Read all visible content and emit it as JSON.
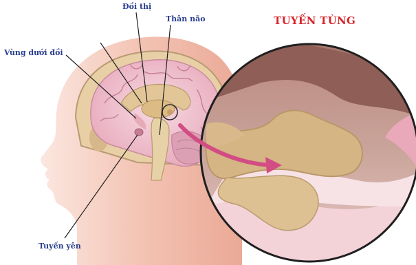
{
  "diagram": {
    "title": "TUYẾN TÙNG",
    "labels": {
      "thalamus": "Đồi thị",
      "brainstem": "Thân não",
      "hypothalamus": "Vùng dưới đồi",
      "pituitary": "Tuyến yên"
    },
    "colors": {
      "title": "#d8232a",
      "label": "#2a3f8f",
      "skin": "#f2b8a8",
      "brain": "#efc3cf",
      "gland": "#d9bb88",
      "arrow": "#d24d84"
    }
  }
}
